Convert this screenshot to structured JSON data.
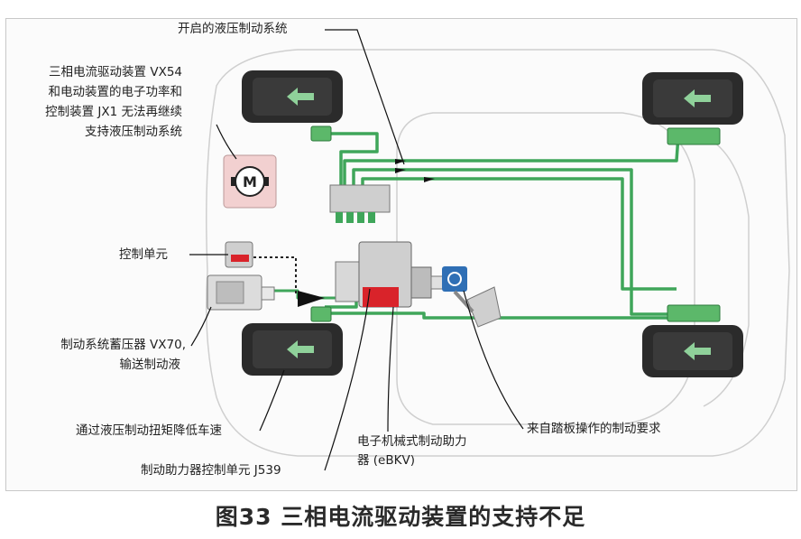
{
  "labels": {
    "open_hydraulic": "开启的液压制动系统",
    "vx54_line1": "三相电流驱动装置 VX54",
    "vx54_line2": "和电动装置的电子功率和",
    "vx54_line3": "控制装置 JX1 无法再继续",
    "vx54_line4": "支持液压制动系统",
    "control_unit": "控制单元",
    "accumulator_line1": "制动系统蓄压器 VX70,",
    "accumulator_line2": "输送制动液",
    "reduce_speed": "通过液压制动扭矩降低车速",
    "j539": "制动助力器控制单元 J539",
    "ebkv_line1": "电子机械式制动助力",
    "ebkv_line2": "器 (eBKV)",
    "pedal_request": "来自踏板操作的制动要求",
    "motor_symbol": "M"
  },
  "caption": "图33 三相电流驱动装置的支持不足",
  "colors": {
    "brake_line": "#3fa65a",
    "tire": "#2b2b2b",
    "booster_red": "#d9232a",
    "booster_blue": "#2f6fb5"
  }
}
